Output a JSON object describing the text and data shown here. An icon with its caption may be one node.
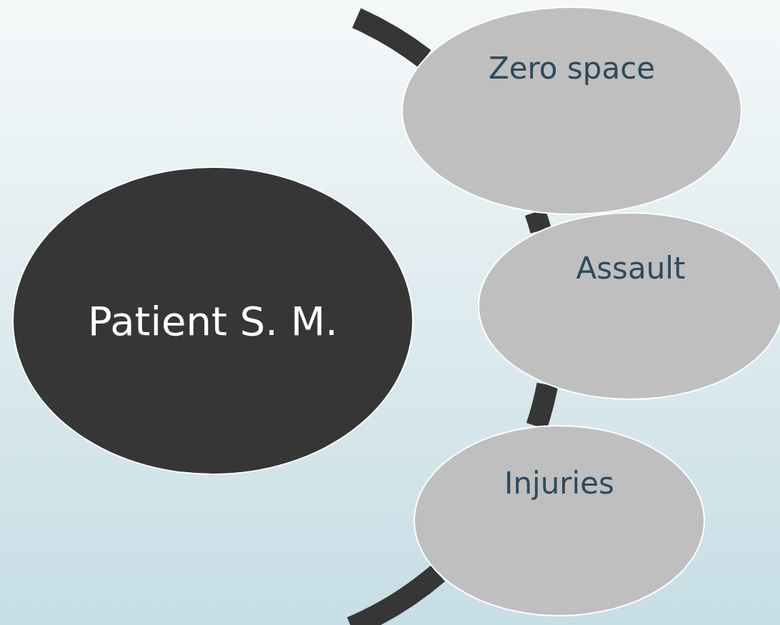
{
  "diagram": {
    "nodes": [
      {
        "text": [
          "Patient S. M."
        ]
      },
      {
        "text": [
          "Zero space"
        ]
      },
      {
        "text": [
          "Assault"
        ]
      },
      {
        "text": [
          "Injuries"
        ]
      }
    ],
    "edges": [
      {
        "from": null,
        "to": 1,
        "arrow": "none"
      },
      {
        "from": 1,
        "to": 2,
        "arrow": "none"
      },
      {
        "from": 2,
        "to": 3,
        "arrow": "none"
      },
      {
        "from": 3,
        "to": null,
        "arrow": "none"
      }
    ]
  }
}
